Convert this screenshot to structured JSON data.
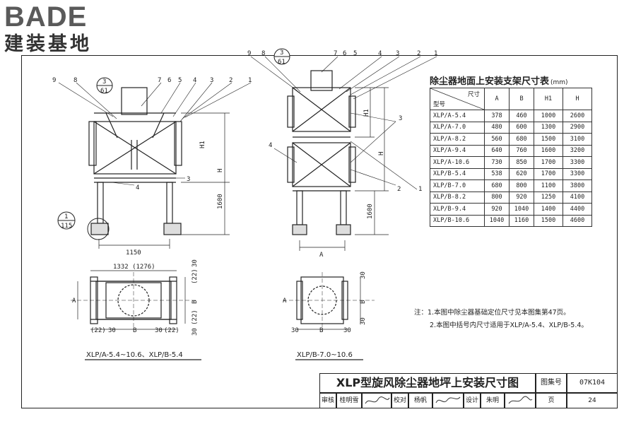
{
  "watermark": {
    "brand_latin": "BADE",
    "brand_cn": "建装基地"
  },
  "table": {
    "title": "除尘器地面上安装支架尺寸表",
    "unit": "(mm)",
    "header_top": "尺寸",
    "header_bottom": "型号",
    "columns": [
      "A",
      "B",
      "H1",
      "H"
    ],
    "rows": [
      {
        "model": "XLP/A-5.4",
        "A": "378",
        "B": "460",
        "H1": "1000",
        "H": "2600"
      },
      {
        "model": "XLP/A-7.0",
        "A": "480",
        "B": "600",
        "H1": "1300",
        "H": "2900"
      },
      {
        "model": "XLP/A-8.2",
        "A": "560",
        "B": "680",
        "H1": "1500",
        "H": "3100"
      },
      {
        "model": "XLP/A-9.4",
        "A": "640",
        "B": "760",
        "H1": "1600",
        "H": "3200"
      },
      {
        "model": "XLP/A-10.6",
        "A": "730",
        "B": "850",
        "H1": "1700",
        "H": "3300"
      },
      {
        "model": "XLP/B-5.4",
        "A": "538",
        "B": "620",
        "H1": "1700",
        "H": "3300"
      },
      {
        "model": "XLP/B-7.0",
        "A": "680",
        "B": "800",
        "H1": "1100",
        "H": "3800"
      },
      {
        "model": "XLP/B-8.2",
        "A": "800",
        "B": "920",
        "H1": "1250",
        "H": "4100"
      },
      {
        "model": "XLP/B-9.4",
        "A": "920",
        "B": "1040",
        "H1": "1400",
        "H": "4400"
      },
      {
        "model": "XLP/B-10.6",
        "A": "1040",
        "B": "1160",
        "H1": "1500",
        "H": "4600"
      }
    ]
  },
  "notes": [
    "注：1.本图中除尘器基础定位尺寸见本图集第47页。",
    "2.本图中括号内尺寸适用于XLP/A-5.4、XLP/B-5.4。"
  ],
  "drawing": {
    "left_labels": [
      "9",
      "8",
      "3",
      "61",
      "7",
      "6",
      "5",
      "4",
      "3",
      "2",
      "1",
      "H1",
      "H",
      "4",
      "3",
      "1600",
      "1",
      "115",
      "1150"
    ],
    "right_labels": [
      "9",
      "8",
      "3",
      "61",
      "7",
      "6",
      "5",
      "4",
      "3",
      "2",
      "1",
      "H1",
      "H",
      "3",
      "4",
      "2",
      "1",
      "1600",
      "A"
    ],
    "plan_left": {
      "top_dim": "1332 (1276)",
      "dim_30a": "30",
      "dim_22a": "(22)",
      "dim_a": "A",
      "dim_b": "B",
      "bot_22": "(22)",
      "bot_30": "30",
      "bot_30b": "30",
      "bot_22b": "(22)",
      "r30": "30",
      "r22": "(22)",
      "r30b": "30"
    },
    "plan_right": {
      "dim_30": "30",
      "dim_30b": "30",
      "dim_a": "A",
      "dim_b": "B",
      "bot_30": "30",
      "bot_30b": "30"
    },
    "caption_left": "XLP/A-5.4~10.6、XLP/B-5.4",
    "caption_right": "XLP/B-7.0~10.6"
  },
  "title_block": {
    "title": "XLP型旋风除尘器地坪上安装尺寸图",
    "atlas_label": "图集号",
    "atlas_no": "07K104",
    "page_label": "页",
    "page_no": "24",
    "roles": [
      "审核",
      "桂明雪",
      "校对",
      "杨帆",
      "设计",
      "朱明"
    ]
  }
}
